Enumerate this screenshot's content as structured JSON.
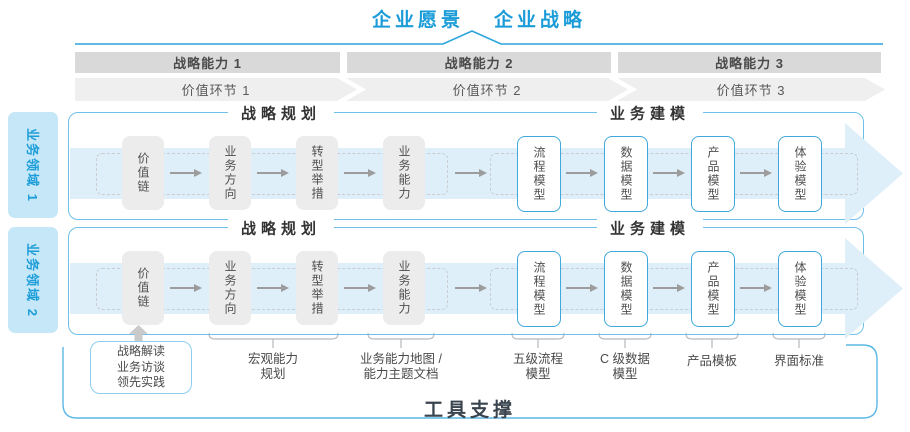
{
  "title": {
    "vision": "企业愿景",
    "strategy": "企业战略"
  },
  "strategic_capabilities": [
    "战略能力 1",
    "战略能力 2",
    "战略能力 3"
  ],
  "value_links": [
    "价值环节 1",
    "价值环节 2",
    "价值环节 3"
  ],
  "business_domains": [
    "业务领域 1",
    "业务领域 2"
  ],
  "sections": {
    "planning": "战略规划",
    "modeling": "业务建模"
  },
  "boxes": {
    "planning": [
      "价值链",
      "业务方向",
      "转型举措",
      "业务能力"
    ],
    "modeling": [
      "流程模型",
      "数据模型",
      "产品模型",
      "体验模型"
    ]
  },
  "annotations": {
    "practice": [
      "战略解读",
      "业务访谈",
      "领先实践"
    ],
    "macro": [
      "宏观能力",
      "规划"
    ],
    "capability_map": [
      "业务能力地图 /",
      "能力主题文档"
    ],
    "process": [
      "五级流程",
      "模型"
    ],
    "data": [
      "C 级数据",
      "模型"
    ],
    "product": [
      "产品模板"
    ],
    "interface": [
      "界面标准"
    ]
  },
  "footer": {
    "label": "工具支撑"
  },
  "colors": {
    "accent_blue": "#1B9CD8",
    "line_blue": "#2BA4DC",
    "panel_border": "#6FC0E8",
    "model_box_border": "#3FA8DC",
    "domain_label_bg": "#C5E7F8",
    "band_fill": "#DEEFF9",
    "bar_gray": "#D9D9D9",
    "chevron_gray": "#EFEFEF",
    "box_gray": "#ECECEC",
    "arrow_gray": "#9C9C9C",
    "text_dark": "#4A4A4A"
  }
}
